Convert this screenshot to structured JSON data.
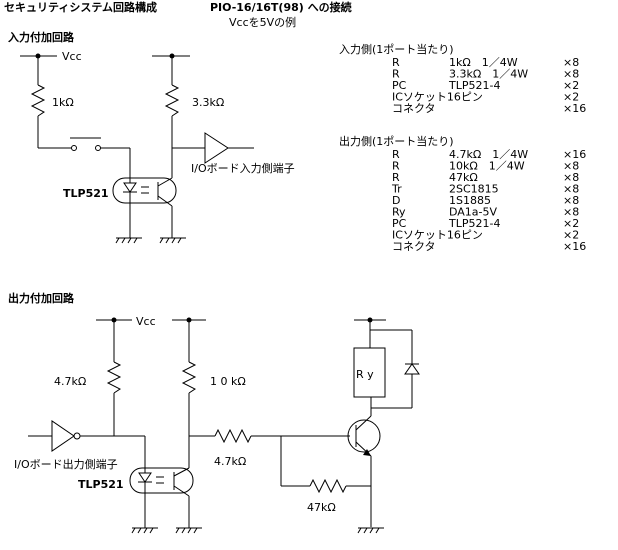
{
  "title": {
    "main": "セキュリティシステム回路構成",
    "interface": "PIO-16/16T(98) への接続",
    "vcc_note": "Vccを5Vの例"
  },
  "input_circuit": {
    "heading": "入力付加回路",
    "vcc": "Vcc",
    "r_pullup": "1kΩ",
    "r_collector": "3.3kΩ",
    "photocoupler": "TLP521",
    "terminal": "I/Oボード入力側端子"
  },
  "output_circuit": {
    "heading": "出力付加回路",
    "vcc": "Vcc",
    "r_left": "4.7kΩ",
    "r_right": "1 0 kΩ",
    "r_base": "4.7kΩ",
    "r_be": "47kΩ",
    "photocoupler": "TLP521",
    "terminal": "I/Oボード出力側端子",
    "relay": "R y"
  },
  "parts_input": {
    "heading": "入力側(1ポート当たり)",
    "rows": [
      {
        "ref": "R",
        "value": "1kΩ　1／4W",
        "qty": "×8"
      },
      {
        "ref": "R",
        "value": "3.3kΩ　1／4W",
        "qty": "×8"
      },
      {
        "ref": "PC",
        "value": "TLP521-4",
        "qty": "×2"
      },
      {
        "ref": "",
        "value": "ICソケット16ピン",
        "qty": "×2"
      },
      {
        "ref": "",
        "value": "コネクタ",
        "qty": "×16"
      }
    ]
  },
  "parts_output": {
    "heading": "出力側(1ポート当たり)",
    "rows": [
      {
        "ref": "R",
        "value": "4.7kΩ　1／4W",
        "qty": "×16"
      },
      {
        "ref": "R",
        "value": "10kΩ　1／4W",
        "qty": "×8"
      },
      {
        "ref": "R",
        "value": "47kΩ",
        "qty": "×8"
      },
      {
        "ref": "Tr",
        "value": "2SC1815",
        "qty": "×8"
      },
      {
        "ref": "D",
        "value": "1S1885",
        "qty": "×8"
      },
      {
        "ref": "Ry",
        "value": "DA1a-5V",
        "qty": "×8"
      },
      {
        "ref": "PC",
        "value": "TLP521-4",
        "qty": "×2"
      },
      {
        "ref": "",
        "value": "ICソケット16ピン",
        "qty": "×2"
      },
      {
        "ref": "",
        "value": "コネクタ",
        "qty": "×16"
      }
    ]
  }
}
